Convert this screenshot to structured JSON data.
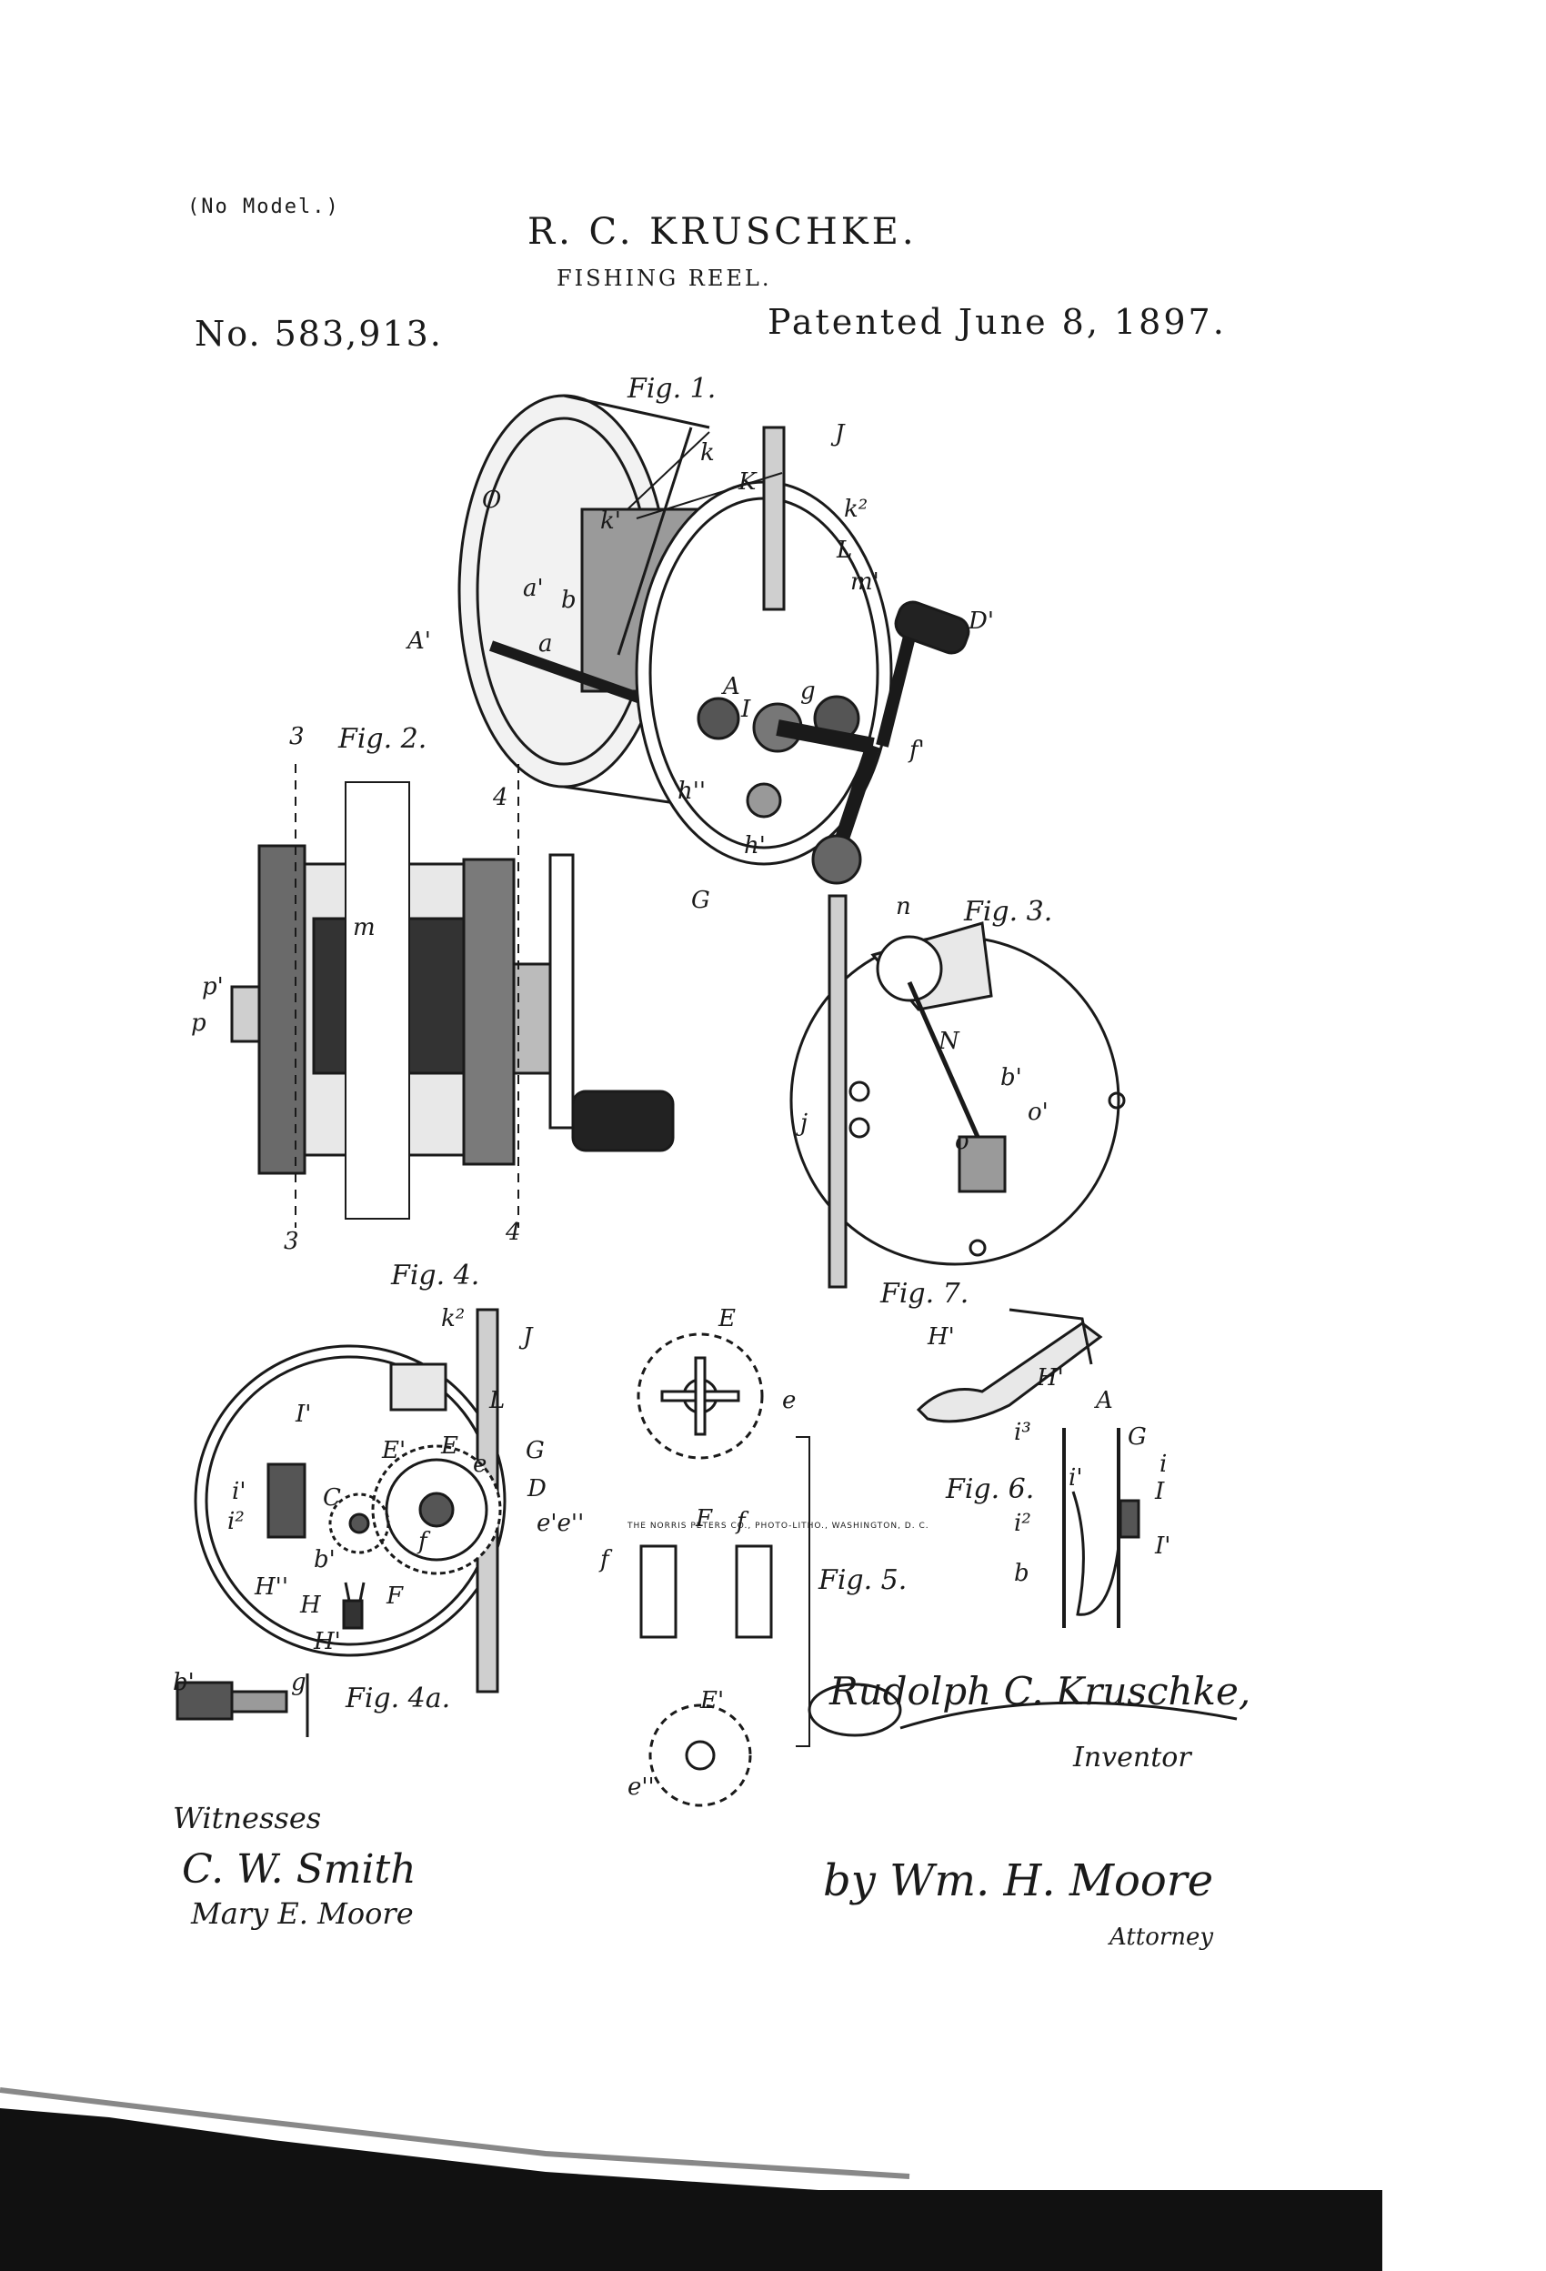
{
  "header": {
    "no_model": "(No Model.)",
    "inventor_name": "R. C. KRUSCHKE.",
    "title": "FISHING REEL.",
    "patent_no": "No. 583,913.",
    "patented": "Patented June 8, 1897."
  },
  "figures": {
    "fig1": "Fig. 1.",
    "fig2": "Fig. 2.",
    "fig3": "Fig. 3.",
    "fig4": "Fig. 4.",
    "fig4a": "Fig. 4a.",
    "fig5": "Fig. 5.",
    "fig6": "Fig. 6.",
    "fig7": "Fig. 7."
  },
  "labels": {
    "O": "O",
    "k": "k",
    "K": "K",
    "J": "J",
    "k1": "k'",
    "k2": "k²",
    "L": "L",
    "m1": "m'",
    "a1": "a'",
    "b": "b",
    "A1": "A'",
    "a": "a",
    "D1": "D'",
    "A": "A",
    "I": "I",
    "g": "g",
    "f1": "f'",
    "h2": "h''",
    "h1": "h'",
    "G": "G",
    "n": "n",
    "N": "N",
    "o": "o",
    "o1": "o'",
    "b1": "b'",
    "j": "j",
    "p": "p",
    "p1": "p'",
    "m": "m",
    "three": "3",
    "four": "4",
    "C": "C",
    "E1": "E'",
    "E": "E",
    "e": "e",
    "D": "D",
    "e1e2": "e'e''",
    "f": "f",
    "F": "F",
    "H": "H",
    "H1": "H'",
    "H2": "H''",
    "i": "i",
    "i1": "i'",
    "i2": "i²",
    "i3": "i³",
    "I1": "I'",
    "e2": "e''"
  },
  "signatures": {
    "inventor_sig": "Rudolph C. Kruschke,",
    "inventor_caption": "Inventor",
    "witnesses_caption": "Witnesses",
    "witness1": "C. W. Smith",
    "witness2": "Mary E. Moore",
    "attorney_sig": "by Wm. H. Moore",
    "attorney_caption": "Attorney"
  },
  "printer": "THE NORRIS PETERS CO., PHOTO-LITHO., WASHINGTON, D. C."
}
